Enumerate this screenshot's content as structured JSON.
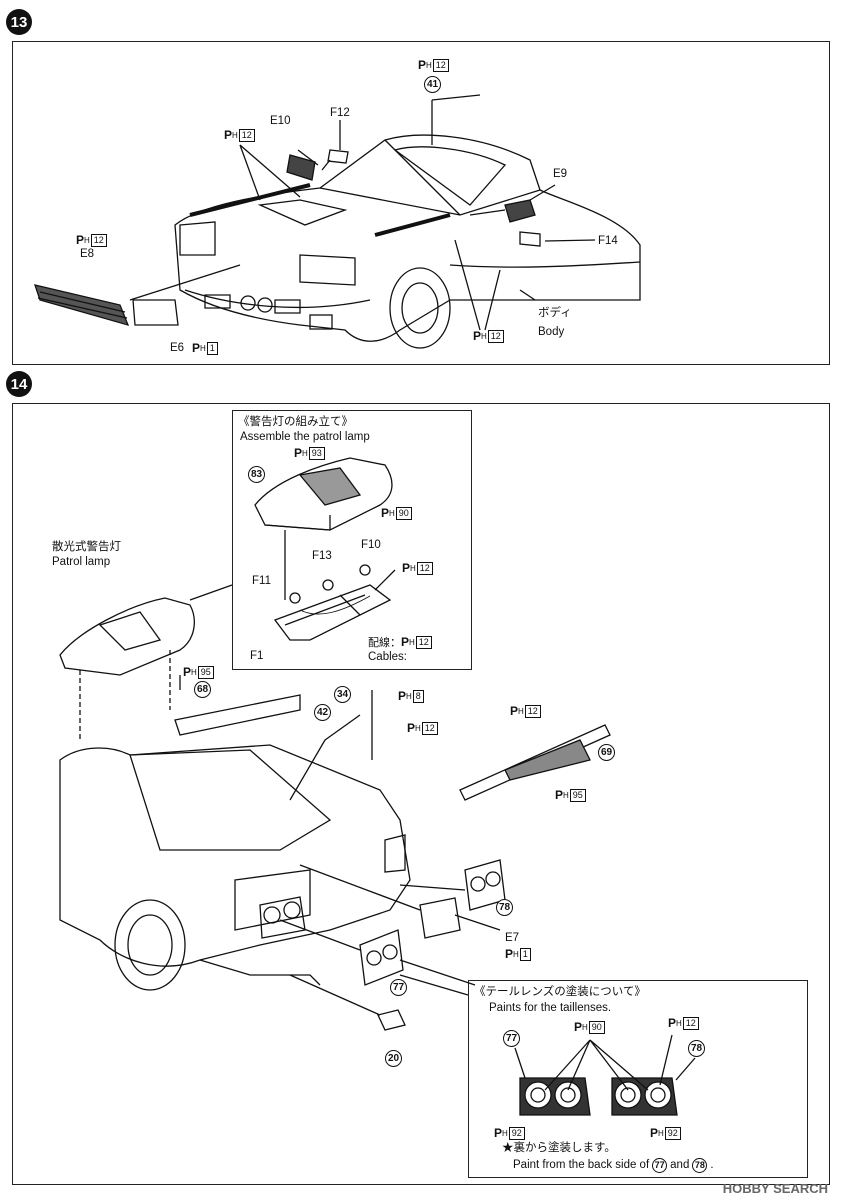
{
  "step13": {
    "number": "13",
    "labels": {
      "e10": "E10",
      "f12": "F12",
      "e9": "E9",
      "f14": "F14",
      "e8": "E8",
      "e6": "E6",
      "body_jp": "ボディ",
      "body_en": "Body"
    },
    "parts": {
      "p41": "41"
    },
    "paints": {
      "ph12": "12",
      "ph1": "1"
    }
  },
  "step14": {
    "number": "14",
    "patrol_inset": {
      "title_jp": "《警告灯の組み立て》",
      "title_en": "Assemble the patrol lamp",
      "part83": "83",
      "ph93": "93",
      "ph90": "90",
      "ph12": "12",
      "f10": "F10",
      "f13": "F13",
      "f11": "F11",
      "f1": "F1",
      "cables_jp": "配線：",
      "cables_en": "Cables:"
    },
    "patrol_lamp_jp": "散光式警告灯",
    "patrol_lamp_en": "Patrol lamp",
    "parts": {
      "p68": "68",
      "p34": "34",
      "p42": "42",
      "p69": "69",
      "p78": "78",
      "p77": "77",
      "p20": "20"
    },
    "paints": {
      "ph95": "95",
      "ph8": "8",
      "ph12": "12",
      "ph1": "1"
    },
    "e7": "E7",
    "tail_inset": {
      "title_jp": "《テールレンズの塗装について》",
      "title_en": "Paints for the taillenses.",
      "part77": "77",
      "part78": "78",
      "ph90": "90",
      "ph12": "12",
      "ph92": "92",
      "note_jp": "★裏から塗装します。",
      "note_en_a": "Paint from the back side of",
      "note_en_b": "and",
      "note_en_c": ".",
      "note_77": "77",
      "note_78": "78"
    }
  },
  "watermark": "HOBBY SEARCH",
  "paint_prefix": {
    "p": "P",
    "h": "H"
  }
}
